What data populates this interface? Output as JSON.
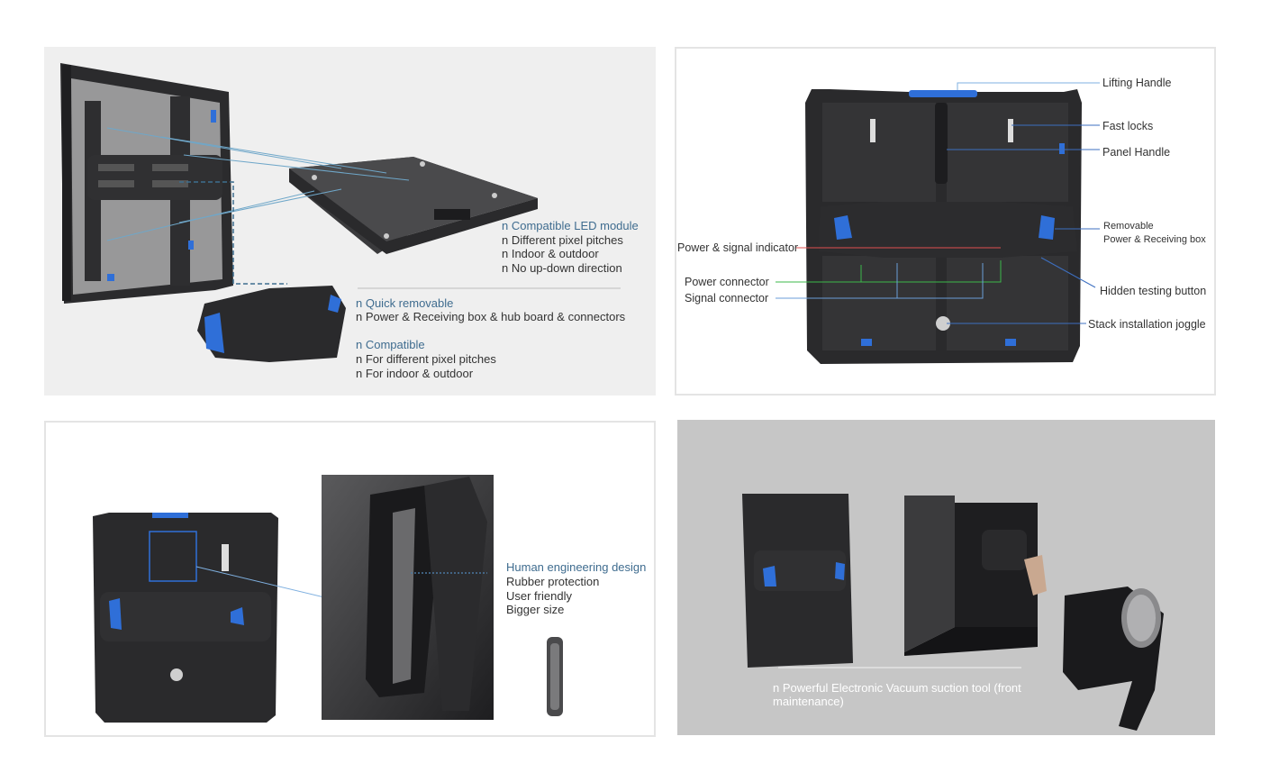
{
  "panel1": {
    "module": {
      "heading": "n Compatible LED module",
      "items": [
        "n Different pixel pitches",
        "n Indoor & outdoor",
        "n No up-down direction"
      ]
    },
    "box": {
      "heading": "n Quick removable",
      "items": [
        "n Power & Receiving box & hub board & connectors"
      ]
    },
    "compat": {
      "heading": "n Compatible",
      "items": [
        "n For different pixel pitches",
        "n For indoor & outdoor"
      ]
    }
  },
  "panel2": {
    "labels": {
      "lifting_handle": "Lifting Handle",
      "fast_locks": "Fast locks",
      "panel_handle": "Panel Handle",
      "removable_line1": "Removable",
      "removable_line2": "Power & Receiving box",
      "power_signal_indicator": "Power & signal indicator",
      "power_connector": "Power connector",
      "signal_connector": "Signal connector",
      "hidden_testing_button": "Hidden testing button",
      "stack_installation_joggle": "Stack installation joggle"
    }
  },
  "panel3": {
    "heading": "Human engineering design",
    "items": [
      "Rubber protection",
      "User friendly",
      "Bigger size"
    ]
  },
  "panel4": {
    "caption": "n  Powerful Electronic Vacuum suction tool (front maintenance)"
  },
  "colors": {
    "accent_blue": "#2f6fd8",
    "heading_blue": "#3f6c8f",
    "cabinet_dark": "#2a2a2c",
    "red_line": "#e05050",
    "green_line": "#3cb94a"
  }
}
